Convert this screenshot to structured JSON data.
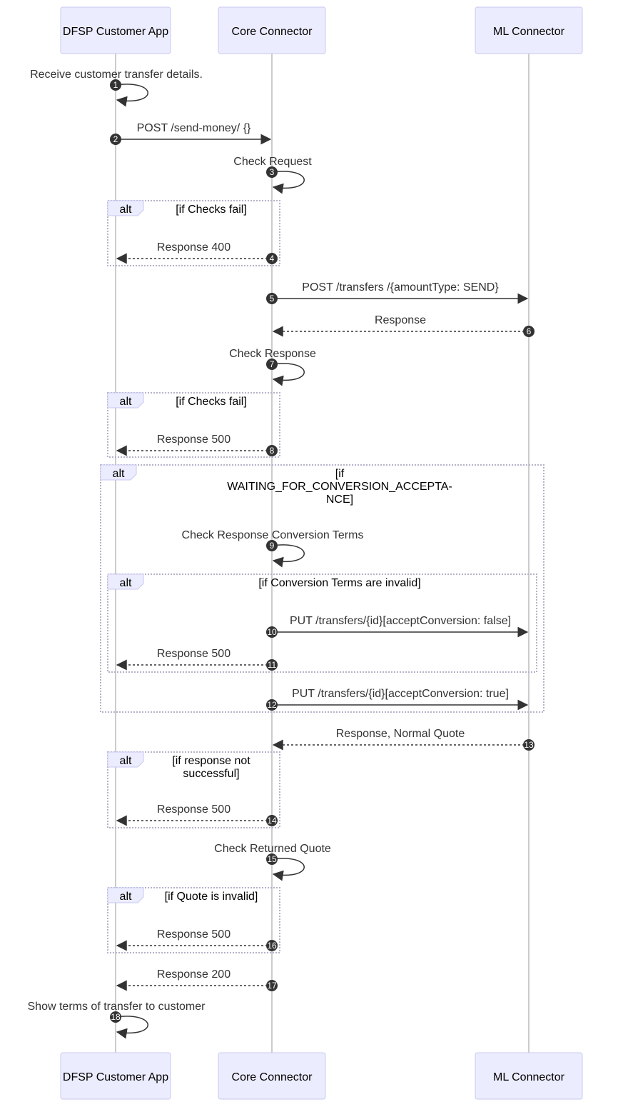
{
  "actors": [
    {
      "id": "app",
      "label": "DFSP Customer App"
    },
    {
      "id": "core",
      "label": "Core Connector"
    },
    {
      "id": "ml",
      "label": "ML Connector"
    }
  ],
  "messages": [
    {
      "num": "1",
      "from": "app",
      "to": "app",
      "label": "Receive customer transfer details.",
      "style": "solid"
    },
    {
      "num": "2",
      "from": "app",
      "to": "core",
      "label": "POST /send-money/ {}",
      "style": "solid"
    },
    {
      "num": "3",
      "from": "core",
      "to": "core",
      "label": "Check Request",
      "style": "solid"
    },
    {
      "num": "4",
      "from": "core",
      "to": "app",
      "label": "Response 400",
      "style": "dotted"
    },
    {
      "num": "5",
      "from": "core",
      "to": "ml",
      "label": "POST /transfers /{amountType: SEND}",
      "style": "solid"
    },
    {
      "num": "6",
      "from": "ml",
      "to": "core",
      "label": "Response",
      "style": "dotted"
    },
    {
      "num": "7",
      "from": "core",
      "to": "core",
      "label": "Check Response",
      "style": "solid"
    },
    {
      "num": "8",
      "from": "core",
      "to": "app",
      "label": "Response 500",
      "style": "dotted"
    },
    {
      "num": "9",
      "from": "core",
      "to": "core",
      "label": "Check Response Conversion Terms",
      "style": "solid"
    },
    {
      "num": "10",
      "from": "core",
      "to": "ml",
      "label": "PUT /transfers/{id}[acceptConversion: false]",
      "style": "solid"
    },
    {
      "num": "11",
      "from": "core",
      "to": "app",
      "label": "Response 500",
      "style": "dotted"
    },
    {
      "num": "12",
      "from": "core",
      "to": "ml",
      "label": "PUT /transfers/{id}[acceptConversion: true]",
      "style": "solid"
    },
    {
      "num": "13",
      "from": "ml",
      "to": "core",
      "label": "Response, Normal Quote",
      "style": "dotted"
    },
    {
      "num": "14",
      "from": "core",
      "to": "app",
      "label": "Response 500",
      "style": "dotted"
    },
    {
      "num": "15",
      "from": "core",
      "to": "core",
      "label": "Check Returned Quote",
      "style": "solid"
    },
    {
      "num": "16",
      "from": "core",
      "to": "app",
      "label": "Response 500",
      "style": "dotted"
    },
    {
      "num": "17",
      "from": "core",
      "to": "app",
      "label": "Response 200",
      "style": "dotted"
    },
    {
      "num": "18",
      "from": "app",
      "to": "app",
      "label": "Show terms of transfer to customer",
      "style": "solid"
    }
  ],
  "frames": [
    {
      "kind": "alt",
      "condition": [
        "[if Checks fail]"
      ]
    },
    {
      "kind": "alt",
      "condition": [
        "[if Checks fail]"
      ]
    },
    {
      "kind": "alt",
      "condition": [
        "[if",
        "WAITING_FOR_CONVERSION_ACCEPTA-",
        "NCE]"
      ]
    },
    {
      "kind": "alt",
      "condition": [
        "[if Conversion Terms are invalid]"
      ]
    },
    {
      "kind": "alt",
      "condition": [
        "[if response not",
        "successful]"
      ]
    },
    {
      "kind": "alt",
      "condition": [
        "[if Quote is invalid]"
      ]
    }
  ],
  "colors": {
    "actor_fill": "#ececff",
    "actor_stroke": "#c9c9f0",
    "lifeline": "#cccccc",
    "arrow": "#333333",
    "frame_stroke": "#b3b3c9"
  }
}
